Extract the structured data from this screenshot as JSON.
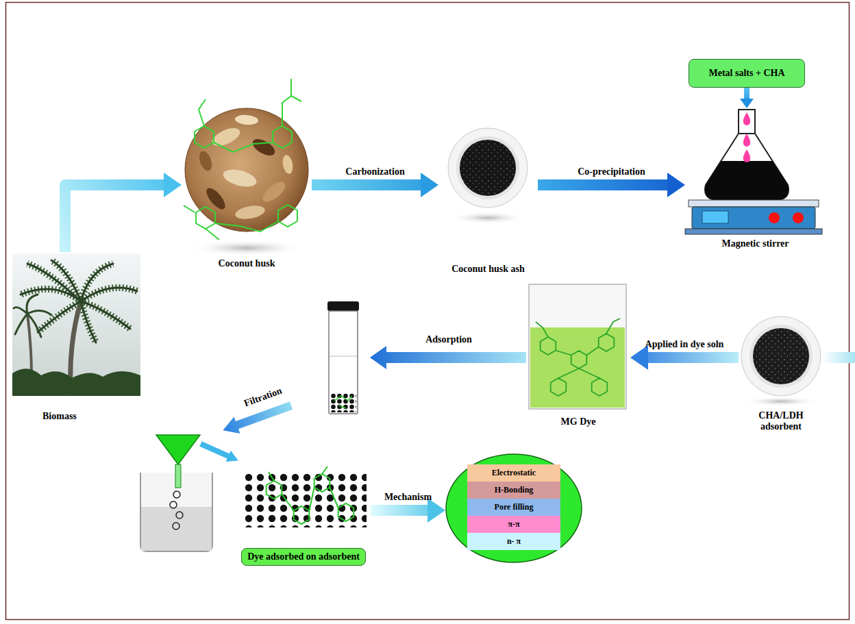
{
  "diagram": {
    "nodes": [
      {
        "text": [
          "Biomass"
        ]
      },
      {
        "text": [
          "Coconut husk"
        ]
      },
      {
        "text": [
          "Coconut husk ash"
        ]
      },
      {
        "text": [
          "Metal salts + CHA"
        ]
      },
      {
        "text": [
          "Magnetic stirrer"
        ]
      },
      {
        "text": [
          "CHA/LDH adsorbent"
        ]
      },
      {
        "text": [
          "MG Dye"
        ]
      },
      {
        "text": [
          "Dye adsorbed on adsorbent"
        ]
      },
      {
        "text": []
      },
      {
        "text": [
          "Electrostatic"
        ],
        "in": 8
      },
      {
        "text": [
          "H-Bonding"
        ],
        "in": 8
      },
      {
        "text": [
          "Pore filling"
        ],
        "in": 8
      },
      {
        "text": [
          "π-π"
        ],
        "in": 8
      },
      {
        "text": [
          "n- π"
        ],
        "in": 8
      }
    ],
    "edges": [
      {
        "from": 0,
        "to": 1,
        "arrow": "to"
      },
      {
        "from": 1,
        "to": 2,
        "label": "Carbonization",
        "arrow": "to"
      },
      {
        "from": 2,
        "to": 4,
        "label": "Co-precipitation",
        "arrow": "to"
      },
      {
        "from": 3,
        "to": 4,
        "arrow": "to"
      },
      {
        "from": 5,
        "to": 6,
        "label": "Applied in dye soln",
        "arrow": "to"
      },
      {
        "from": 7,
        "to": 8,
        "label": "Mechanism",
        "arrow": "to"
      }
    ],
    "labels": [
      "Adsorption",
      "Filtration"
    ]
  }
}
